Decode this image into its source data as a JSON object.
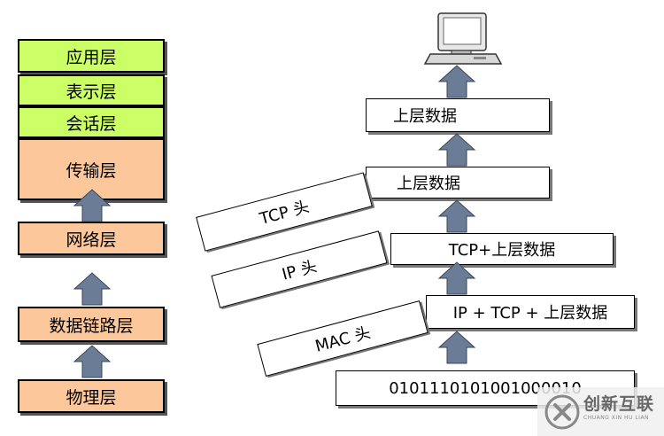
{
  "osi_layers": {
    "application": "应用层",
    "presentation": "表示层",
    "session": "会话层",
    "transport": "传输层",
    "network": "网络层",
    "datalink": "数据链路层",
    "physical": "物理层"
  },
  "encapsulation": {
    "top_data": "上层数据",
    "data": "上层数据",
    "tcp_data": "TCP+上层数据",
    "ip_tcp_data": "IP + TCP + 上层数据",
    "bits": "0101110101001000010"
  },
  "headers": {
    "tcp": "TCP 头",
    "ip": "IP 头",
    "mac": "MAC 头"
  },
  "colors": {
    "upper_layer_fill": "#ccff66",
    "lower_layer_fill": "#fcc79a",
    "arrow_fill": "#6b7d96"
  },
  "watermark": {
    "main": "创新互联",
    "sub": "CHUANG XIN HU LIAN"
  }
}
